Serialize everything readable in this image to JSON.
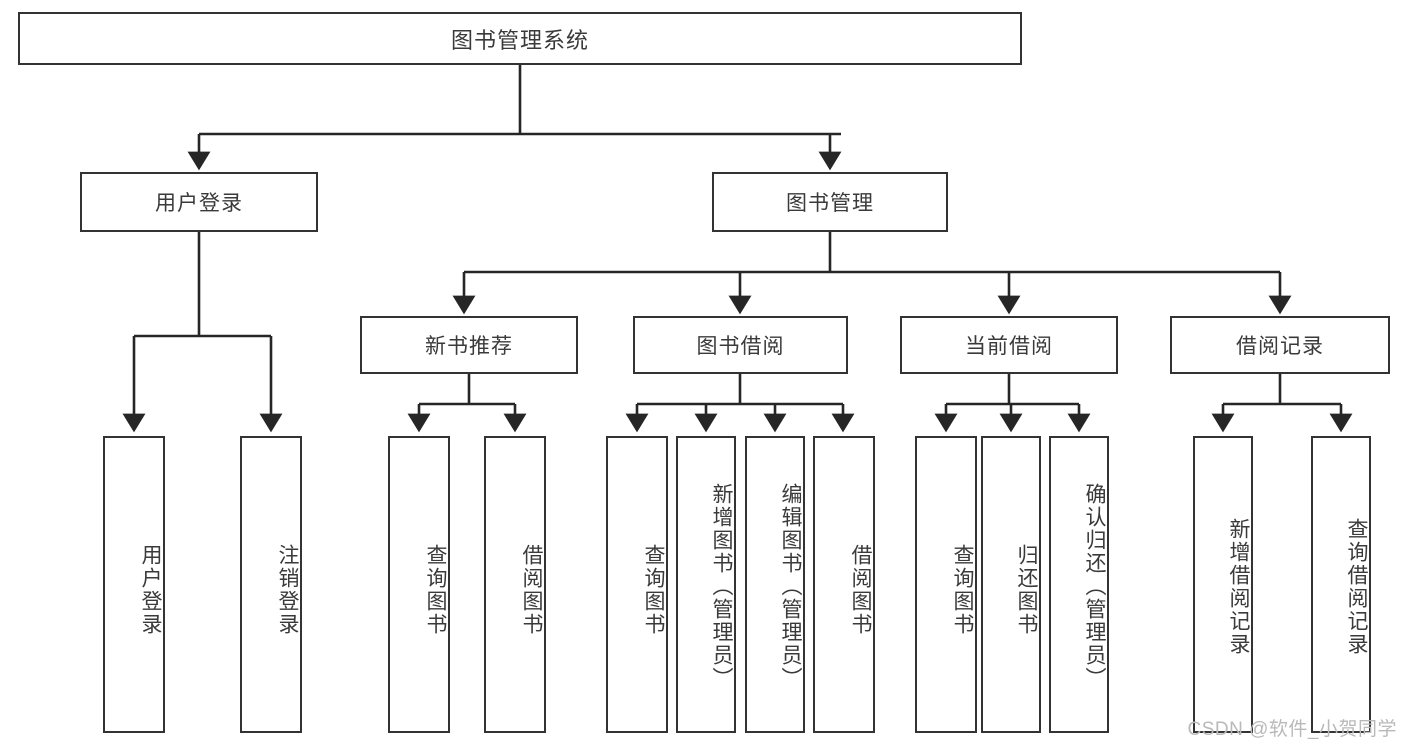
{
  "diagram": {
    "type": "tree-hierarchy-chart",
    "title": "图书管理系统",
    "watermark": "CSDN @软件_小贺同学",
    "colors": {
      "box_border": "#333333",
      "box_fill": "#ffffff",
      "text": "#3a3a3a",
      "connector": "#262626",
      "watermark": "#b9b9b9"
    },
    "root": {
      "label": "图书管理系统"
    },
    "level2": [
      {
        "label": "用户登录"
      },
      {
        "label": "图书管理"
      }
    ],
    "level3": [
      {
        "label": "新书推荐"
      },
      {
        "label": "图书借阅"
      },
      {
        "label": "当前借阅"
      },
      {
        "label": "借阅记录"
      }
    ],
    "leaves": {
      "user_login": [
        {
          "label": "用户登录"
        },
        {
          "label": "注销登录"
        }
      ],
      "new_book_recommend": [
        {
          "label": "查询图书"
        },
        {
          "label": "借阅图书"
        }
      ],
      "book_borrow": [
        {
          "label": "查询图书"
        },
        {
          "label": "新增图书（管理员）"
        },
        {
          "label": "编辑图书（管理员）"
        },
        {
          "label": "借阅图书"
        }
      ],
      "current_borrow": [
        {
          "label": "查询图书"
        },
        {
          "label": "归还图书"
        },
        {
          "label": "确认归还（管理员）"
        }
      ],
      "borrow_records": [
        {
          "label": "新增借阅记录"
        },
        {
          "label": "查询借阅记录"
        }
      ]
    }
  }
}
